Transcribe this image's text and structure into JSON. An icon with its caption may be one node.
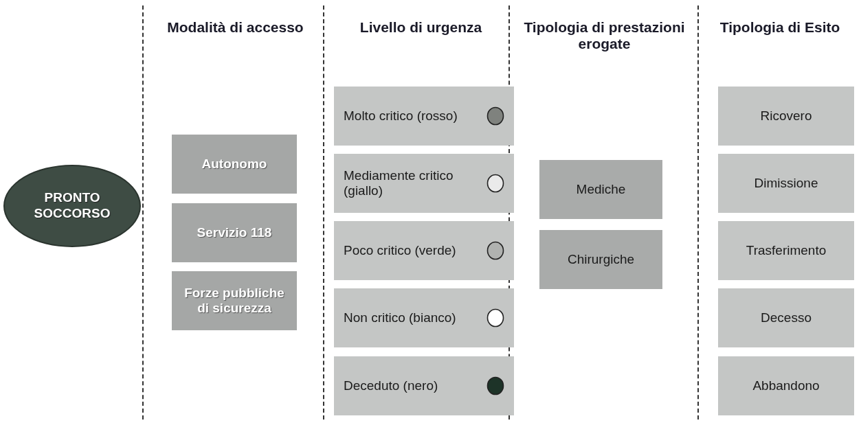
{
  "diagram": {
    "nodes": [
      {
        "text": [
          "PRONTO SOCCORSO"
        ]
      },
      {
        "text": [
          "Autonomo"
        ]
      },
      {
        "text": [
          "Servizio 118"
        ]
      },
      {
        "text": [
          "Forze pubbliche di sicurezza"
        ]
      },
      {
        "text": [
          "Molto critico (rosso)"
        ]
      },
      {
        "text": [
          "Mediamente critico (giallo)"
        ]
      },
      {
        "text": [
          "Poco critico (verde)"
        ]
      },
      {
        "text": [
          "Non critico (bianco)"
        ]
      },
      {
        "text": [
          "Deceduto (nero)"
        ]
      },
      {
        "text": [
          "Mediche"
        ]
      },
      {
        "text": [
          "Chirurgiche"
        ]
      },
      {
        "text": [
          "Ricovero"
        ]
      },
      {
        "text": [
          "Dimissione"
        ]
      },
      {
        "text": [
          "Trasferimento"
        ]
      },
      {
        "text": [
          "Decesso"
        ]
      },
      {
        "text": [
          "Abbandono"
        ]
      }
    ],
    "labels": [
      "Modalità di accesso",
      "Livello di urgenza",
      "Tipologia di prestazioni erogate",
      "Tipologia di Esito"
    ]
  }
}
